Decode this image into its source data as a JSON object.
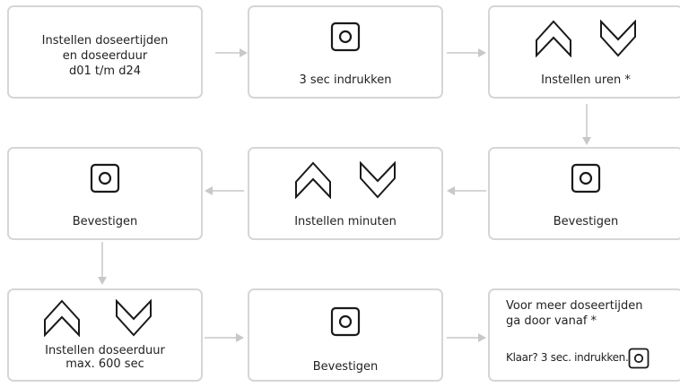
{
  "colors": {
    "box_border": "#d6d6d6",
    "arrow": "#c8c8c8",
    "icon_stroke": "#1a1a1a",
    "text": "#222222"
  },
  "steps": {
    "step1": {
      "line1": "Instellen doseertijden",
      "line2": "en doseerduur",
      "line3": "d01 t/m d24"
    },
    "step2": {
      "label": "3 sec indrukken",
      "icon": "ok-button-icon"
    },
    "step3": {
      "label": "Instellen uren *",
      "icons": [
        "up-arrow-icon",
        "down-arrow-icon"
      ]
    },
    "step4": {
      "label": "Bevestigen",
      "icon": "ok-button-icon"
    },
    "step5": {
      "label": "Instellen minuten",
      "icons": [
        "up-arrow-icon",
        "down-arrow-icon"
      ]
    },
    "step6": {
      "label": "Bevestigen",
      "icon": "ok-button-icon"
    },
    "step7": {
      "line1": "Instellen doseerduur",
      "line2": "max. 600 sec",
      "icons": [
        "up-arrow-icon",
        "down-arrow-icon"
      ]
    },
    "step8": {
      "label": "Bevestigen",
      "icon": "ok-button-icon"
    },
    "step9": {
      "line1": "Voor meer doseertijden",
      "line2": "ga door vanaf *",
      "line3": "Klaar? 3 sec. indrukken.",
      "icon": "ok-button-icon"
    }
  }
}
